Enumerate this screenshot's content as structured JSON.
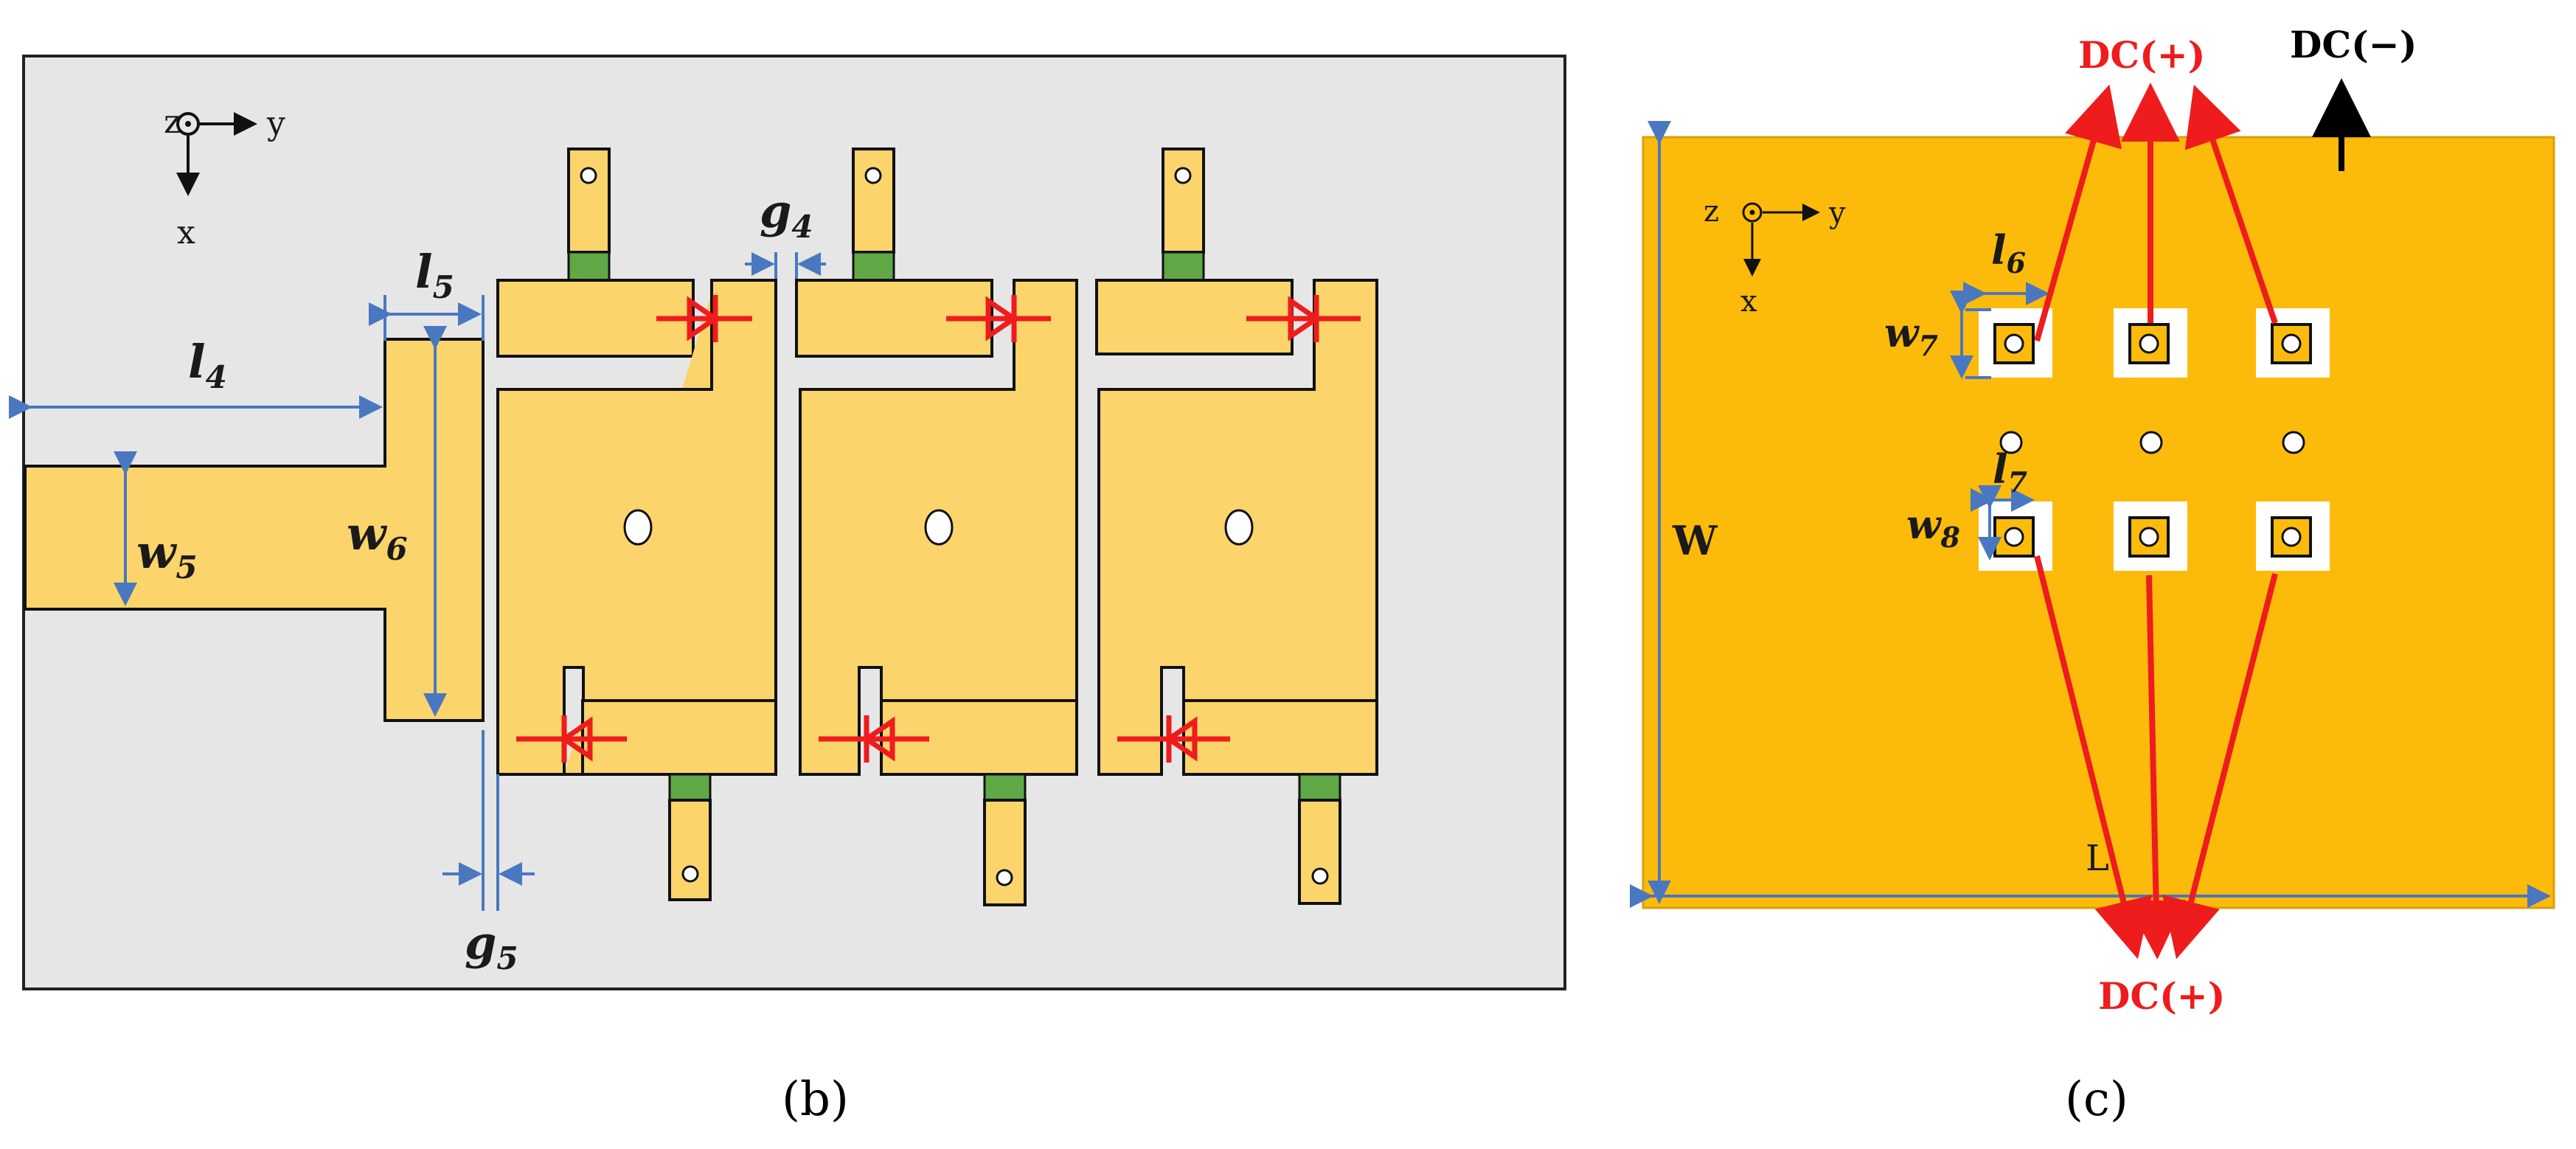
{
  "panel_b": {
    "caption": "(b)",
    "axes": {
      "z": "z",
      "y": "y",
      "x": "x"
    },
    "dims": {
      "l4": {
        "base": "l",
        "sub": "4"
      },
      "l5": {
        "base": "l",
        "sub": "5"
      },
      "w5": {
        "base": "w",
        "sub": "5"
      },
      "w6": {
        "base": "w",
        "sub": "6"
      },
      "g4": {
        "base": "g",
        "sub": "4"
      },
      "g5": {
        "base": "g",
        "sub": "5"
      }
    }
  },
  "panel_c": {
    "caption": "(c)",
    "axes": {
      "z": "z",
      "y": "y",
      "x": "x"
    },
    "dc_plus_top": "DC(+)",
    "dc_minus": "DC(−)",
    "dc_plus_bottom": "DC(+)",
    "dims": {
      "l6": {
        "base": "l",
        "sub": "6"
      },
      "w7": {
        "base": "w",
        "sub": "7"
      },
      "l7": {
        "base": "l",
        "sub": "7"
      },
      "w8": {
        "base": "w",
        "sub": "8"
      },
      "W": "W",
      "L": "L"
    }
  },
  "colors": {
    "background_b": "#e6e6e6",
    "conductor": "#fbd46b",
    "capacitor": "#5fa845",
    "diode": "#ee1c1c",
    "ground_plane": "#fcbb0a",
    "dim_line": "#4a78c0",
    "dc_arrow": "#ee1c1c"
  }
}
